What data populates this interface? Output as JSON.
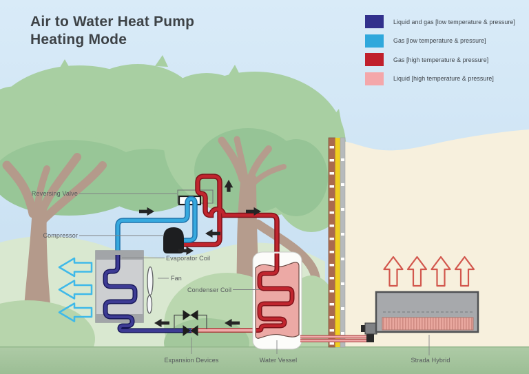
{
  "title": {
    "line1": "Air to Water Heat Pump",
    "line2": "Heating Mode"
  },
  "legend": {
    "items": [
      {
        "label": "Liquid and gas [low temperature & pressure]",
        "color": "#32318d"
      },
      {
        "label": "Gas [low temperature & pressure]",
        "color": "#2fa8dc"
      },
      {
        "label": "Gas [high temperature & pressure]",
        "color": "#c0202c"
      },
      {
        "label": "Liquid [high temperature & pressure]",
        "color": "#f4a7aa"
      }
    ]
  },
  "component_labels": {
    "reversing_valve": "Reversing Valve",
    "compressor": "Compressor",
    "evaporator_coil": "Evaporator Coil",
    "fan": "Fan",
    "condenser_coil": "Condenser Coil",
    "expansion_devices": "Expansion Devices",
    "water_vessel": "Water Vessel",
    "strada_hybrid": "Strada Hybrid"
  },
  "colors": {
    "pipe_liquid_gas_low": "#32318d",
    "pipe_gas_low": "#2fa8dc",
    "pipe_gas_high": "#c0202c",
    "pipe_liquid_high": "#f4a7aa",
    "sky": "#cde4f4",
    "grass": "#a9c8a0",
    "tree_canopy": "#a8cfa2",
    "tree_trunk": "#b59c8d",
    "house_interior": "#f7f0dd",
    "wall_brick": "#aa6a4e",
    "wall_insulation": "#f0ce20",
    "wall_inner": "#b6babc",
    "title_text": "#3e4347"
  }
}
